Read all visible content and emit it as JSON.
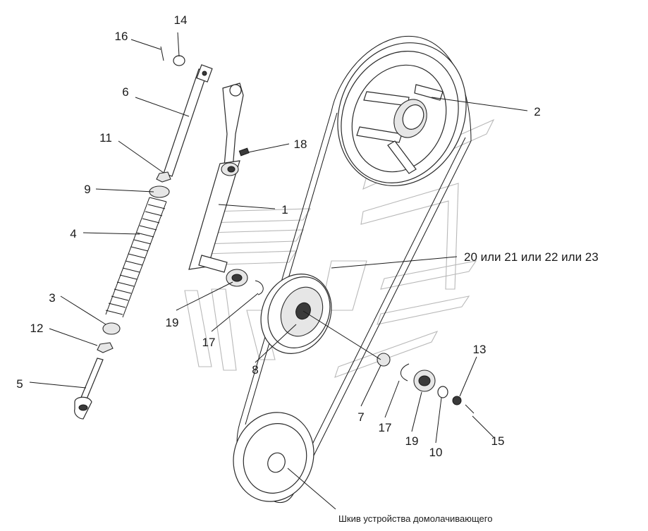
{
  "diagram": {
    "part_labels": {
      "p1": "1",
      "p2": "2",
      "p3": "3",
      "p4": "4",
      "p5": "5",
      "p6": "6",
      "p7": "7",
      "p8": "8",
      "p9": "9",
      "p10": "10",
      "p11": "11",
      "p12": "12",
      "p13": "13",
      "p14": "14",
      "p15": "15",
      "p16": "16",
      "p17a": "17",
      "p17b": "17",
      "p18": "18",
      "p19a": "19",
      "p19b": "19",
      "belt": "20 или 21 или 22 или 23"
    },
    "caption": "Шкив устройства домолачивающего"
  }
}
